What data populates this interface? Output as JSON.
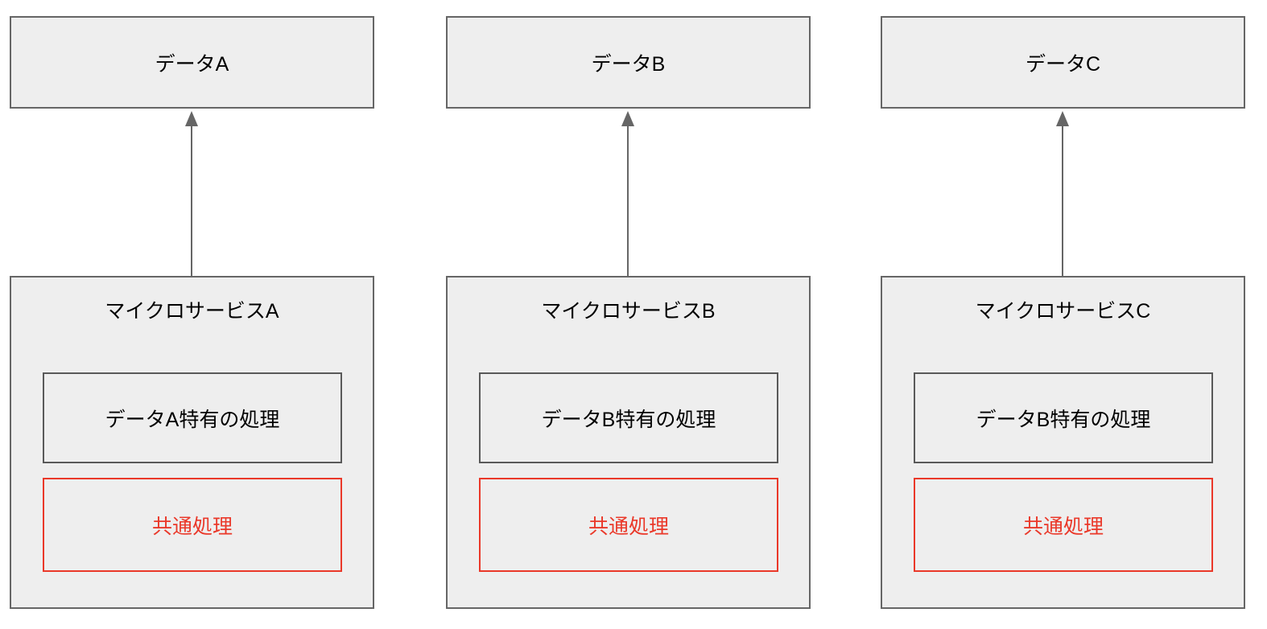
{
  "diagram": {
    "type": "microservices-shared-processing",
    "colors": {
      "box_fill": "#eeeeee",
      "box_border": "#666666",
      "inner_border": "#595959",
      "accent_red": "#ea3829",
      "arrow": "#666666",
      "text": "#000000"
    },
    "columns": [
      {
        "id": "A",
        "data_label": "データA",
        "service_label": "マイクロサービスA",
        "specific_label": "データA特有の処理",
        "common_label": "共通処理"
      },
      {
        "id": "B",
        "data_label": "データB",
        "service_label": "マイクロサービスB",
        "specific_label": "データB特有の処理",
        "common_label": "共通処理"
      },
      {
        "id": "C",
        "data_label": "データC",
        "service_label": "マイクロサービスC",
        "specific_label": "データB特有の処理",
        "common_label": "共通処理"
      }
    ]
  }
}
